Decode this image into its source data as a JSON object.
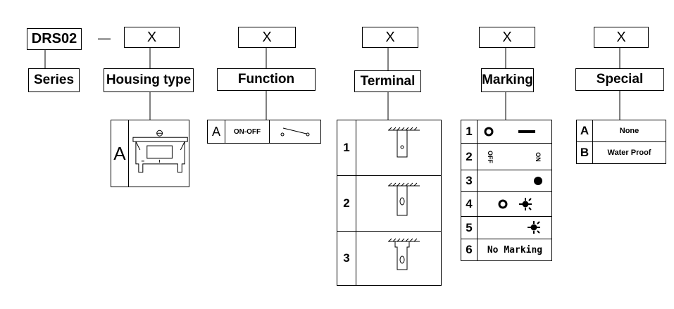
{
  "code": {
    "prefix": "DRS02",
    "separator": "—",
    "placeholder": "X"
  },
  "fields": {
    "series": "Series",
    "housing": "Housing type",
    "function": "Function",
    "terminal": "Terminal",
    "marking": "Marking",
    "special": "Special"
  },
  "housing_options": [
    {
      "code": "A",
      "icon": "switch-housing-front-view-icon"
    }
  ],
  "function_options": [
    {
      "code": "A",
      "label": "ON-OFF",
      "icon": "spst-switch-symbol-icon"
    }
  ],
  "terminal_options": [
    {
      "code": "1",
      "icon": "solder-lug-terminal-icon"
    },
    {
      "code": "2",
      "icon": "quick-connect-terminal-icon"
    },
    {
      "code": "3",
      "icon": "pcb-terminal-icon"
    }
  ],
  "marking_options": [
    {
      "code": "1",
      "icon": "circle-and-bar-icon"
    },
    {
      "code": "2",
      "off": "OFF",
      "on": "ON"
    },
    {
      "code": "3",
      "icon": "filled-dot-icon"
    },
    {
      "code": "4",
      "icon": "circle-and-lamp-icon"
    },
    {
      "code": "5",
      "icon": "lamp-icon"
    },
    {
      "code": "6",
      "label": "No Marking"
    }
  ],
  "special_options": [
    {
      "code": "A",
      "label": "None"
    },
    {
      "code": "B",
      "label": "Water Proof"
    }
  ]
}
